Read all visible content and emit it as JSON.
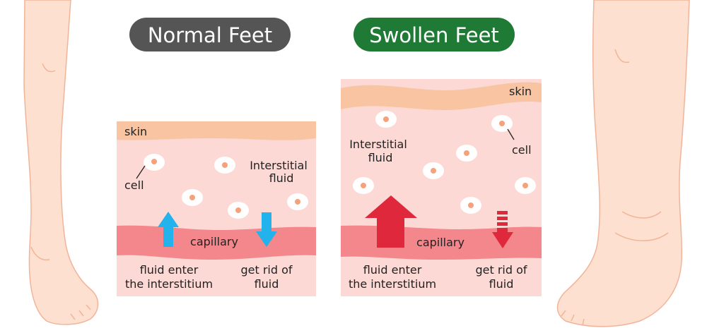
{
  "colors": {
    "normal_pill": "#555555",
    "swollen_pill": "#1f7a35",
    "skin_band": "#f8c4a2",
    "tissue": "#fcd9d4",
    "capillary": "#f4878c",
    "cell_nucleus": "#f5a27c",
    "normal_arrow": "#22b2ec",
    "swollen_arrow": "#e0283c",
    "leg": "#fde0cf"
  },
  "normal": {
    "title": "Normal Feet",
    "skin": "skin",
    "cell": "cell",
    "fluid_line1": "Interstitial",
    "fluid_line2": "fluid",
    "capillary": "capillary",
    "enter_line1": "fluid enter",
    "enter_line2": "the interstitium",
    "rid_line1": "get rid of",
    "rid_line2": "fluid"
  },
  "swollen": {
    "title": "Swollen Feet",
    "skin": "skin",
    "cell": "cell",
    "fluid_line1": "Interstitial",
    "fluid_line2": "fluid",
    "capillary": "capillary",
    "enter_line1": "fluid enter",
    "enter_line2": "the interstitium",
    "rid_line1": "get rid of",
    "rid_line2": "fluid"
  }
}
